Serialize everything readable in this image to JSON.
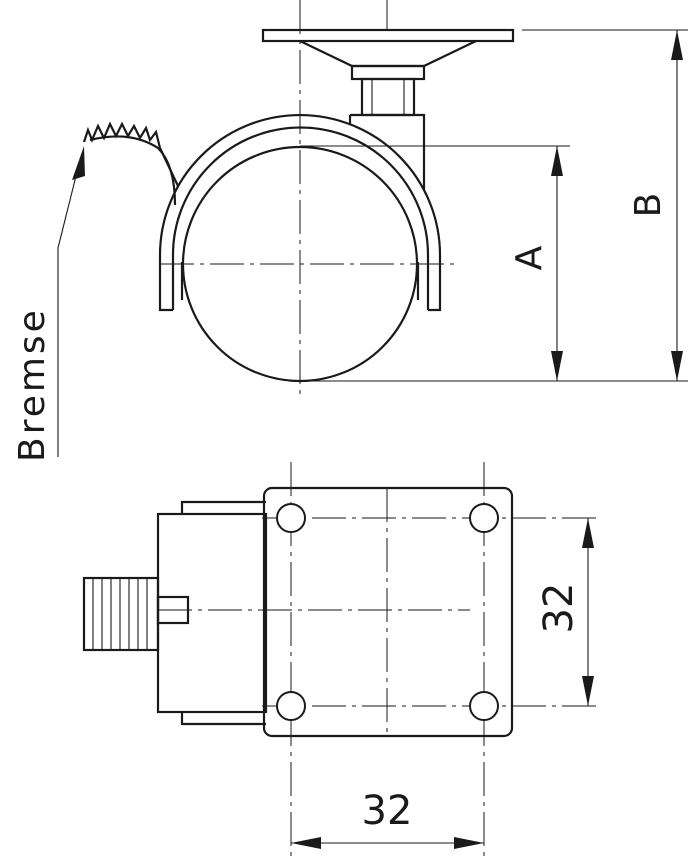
{
  "drawing": {
    "side_view": {
      "brake_label": "Bremse",
      "dim_a_label": "A",
      "dim_b_label": "B"
    },
    "top_view": {
      "dim_horizontal_label": "32",
      "dim_vertical_label": "32"
    }
  }
}
